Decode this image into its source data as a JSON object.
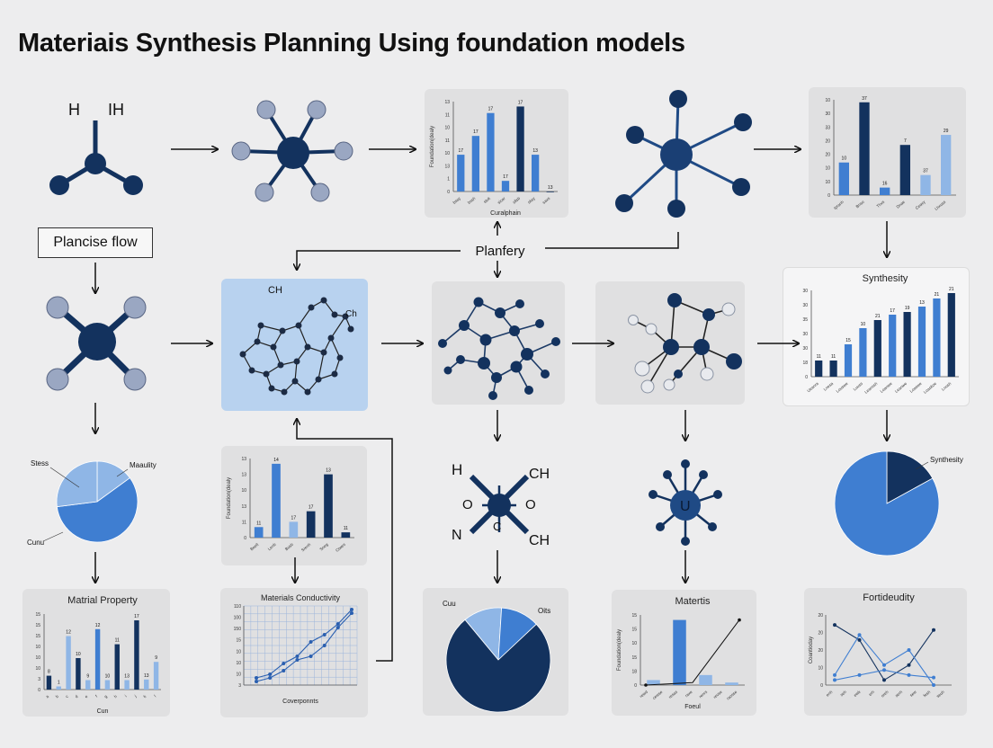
{
  "title": "Materiais Synthesis Planning Using foundation models",
  "flow_label": "Plancise flow",
  "center_label": "Planfery",
  "colors": {
    "navy": "#13325e",
    "mid": "#3f7ed1",
    "light": "#8fb6e6",
    "grey_atom": "#9aa7c2",
    "background": "#ededee"
  },
  "molecules": {
    "water_left_label": "H",
    "water_right_label": "IH",
    "blue_box_label_ch": "CH",
    "blue_box_label_right": "Ch",
    "formula_h": "H",
    "formula_o1": "O",
    "formula_ch1": "CH",
    "formula_o2": "O",
    "formula_c": "C",
    "formula_n": "N",
    "formula_ch2": "CH",
    "urea_center": "U"
  },
  "chart_data": [
    {
      "id": "bar_top_mid",
      "type": "bar",
      "ylabel": "Foundation(dealy",
      "xlabel": "Curalphain",
      "yticks": [
        "13",
        "11",
        "10",
        "11",
        "10",
        "13",
        "1",
        "0"
      ],
      "data_labels": [
        "17",
        "17",
        "17",
        "17",
        "17",
        "13",
        "13"
      ],
      "values": [
        4.5,
        6.8,
        9.6,
        1.3,
        10.4,
        4.5,
        0
      ],
      "colors": [
        "mid",
        "mid",
        "mid",
        "mid",
        "navy",
        "mid",
        "navy"
      ],
      "categories": [
        "bsay",
        "bssh",
        "stuk",
        "sicar",
        "sllsb",
        "sksy",
        "saxs"
      ]
    },
    {
      "id": "bar_top_right",
      "type": "bar",
      "yticks": [
        "10",
        "30",
        "33",
        "20",
        "20",
        "10",
        "10",
        "0"
      ],
      "data_labels": [
        "10",
        "37",
        "16",
        "7",
        "37",
        "29"
      ],
      "values": [
        13,
        37,
        3,
        20,
        8,
        24
      ],
      "colors": [
        "mid",
        "navy",
        "mid",
        "navy",
        "light",
        "light"
      ],
      "categories": [
        "Ipranh",
        "Bnso",
        "Thvs",
        "Dnae",
        "Ceavy",
        "Lhxuss"
      ]
    },
    {
      "id": "bar_synthesity",
      "type": "bar",
      "title": "Synthesity",
      "yticks": [
        "30",
        "30",
        "35",
        "30",
        "30",
        "18",
        "0"
      ],
      "data_labels": [
        "11",
        "11",
        "15",
        "10",
        "21",
        "17",
        "19",
        "13",
        "21",
        "21"
      ],
      "values": [
        3,
        3,
        6,
        9,
        10.5,
        11.5,
        12,
        13,
        14.5,
        15.5
      ],
      "colors": [
        "navy",
        "navy",
        "mid",
        "mid",
        "navy",
        "mid",
        "navy",
        "mid",
        "mid",
        "navy"
      ],
      "categories": [
        "Ueanra",
        "Lnesa",
        "Louswe",
        "Luuss",
        "Leanssh",
        "Loanwe",
        "Leanwe",
        "Loaswe",
        "Loaskoe",
        "Lnosh"
      ]
    },
    {
      "id": "pie_left",
      "type": "pie",
      "labels": [
        "Stess",
        "Maaulity",
        "Cunu"
      ],
      "values": [
        15,
        58,
        27
      ],
      "colors": [
        "light",
        "mid",
        "light"
      ]
    },
    {
      "id": "bar_mid_left",
      "type": "bar",
      "ylabel": "Foundation(dealy",
      "yticks": [
        "13",
        "13",
        "10",
        "13",
        "11",
        "0"
      ],
      "data_labels": [
        "11",
        "14",
        "17",
        "17",
        "13",
        "11"
      ],
      "values": [
        2,
        14,
        3,
        5,
        12,
        1
      ],
      "colors": [
        "mid",
        "mid",
        "light",
        "navy",
        "navy",
        "navy"
      ],
      "categories": [
        "Beelt",
        "Lenb",
        "Busb",
        "Srenh",
        "Sneg",
        "Ctwes"
      ]
    },
    {
      "id": "pie_right",
      "type": "pie",
      "labels": [
        "Synthesity"
      ],
      "values": [
        17,
        83
      ],
      "colors": [
        "navy",
        "mid"
      ]
    },
    {
      "id": "bar_material_property",
      "type": "bar",
      "title": "Matrial Property",
      "xlabel": "Cun",
      "yticks": [
        "15",
        "15",
        "15",
        "10",
        "10",
        "10",
        "3",
        "0"
      ],
      "data_labels": [
        "8",
        "1",
        "12",
        "10",
        "9",
        "12",
        "10",
        "11",
        "13",
        "17",
        "13",
        "9"
      ],
      "values": [
        2.2,
        0.5,
        8.5,
        5,
        1.5,
        9.6,
        1.5,
        7.2,
        1.5,
        11,
        1.6,
        4.4
      ],
      "colors": [
        "navy",
        "light",
        "light",
        "navy",
        "light",
        "mid",
        "light",
        "navy",
        "light",
        "navy",
        "light",
        "light"
      ],
      "categories": [
        "a",
        "b",
        "c",
        "d",
        "e",
        "f",
        "g",
        "h",
        "i",
        "j",
        "k",
        "l"
      ]
    },
    {
      "id": "line_materials_conductivity",
      "type": "line",
      "title": "Materials Conductivity",
      "xlabel": "Coverponnts",
      "yticks": [
        "110",
        "100",
        "150",
        "15",
        "10",
        "10",
        "10",
        "3"
      ],
      "series": [
        {
          "values": [
            2,
            3,
            6,
            8,
            12,
            14,
            17,
            21
          ]
        },
        {
          "values": [
            1,
            2,
            4,
            7,
            8,
            11,
            16,
            20
          ]
        }
      ]
    },
    {
      "id": "pie_bottom_mid",
      "type": "pie",
      "labels": [
        "Cuu",
        "Oits"
      ],
      "values": [
        12,
        12,
        76
      ],
      "colors": [
        "light",
        "mid",
        "navy"
      ]
    },
    {
      "id": "bar_materials",
      "type": "bar",
      "title": "Matertis",
      "ylabel": "Foundation(dealy",
      "xlabel": "Foeul",
      "yticks": [
        "15",
        "15",
        "10",
        "15",
        "18",
        "0"
      ],
      "values": [
        1,
        13,
        2,
        0.5
      ],
      "overlay_line": [
        0,
        0.5,
        13
      ],
      "colors": [
        "light",
        "mid",
        "light",
        "light"
      ],
      "categories": [
        "rewd",
        "cewse",
        "resas",
        "raxe",
        "renrs",
        "revse",
        "raosse"
      ]
    },
    {
      "id": "line_fortideudity",
      "type": "line",
      "title": "Fortideudity",
      "ylabel": "Coantioday",
      "yticks": [
        "20",
        "20",
        "20",
        "10",
        "0"
      ],
      "series": [
        {
          "values": [
            12,
            9,
            1,
            4,
            11
          ]
        },
        {
          "values": [
            2,
            10,
            4,
            7,
            0
          ]
        },
        {
          "values": [
            1,
            2,
            3,
            2,
            1.5
          ]
        }
      ],
      "categories": [
        "enh",
        "seh",
        "ewk",
        "erh",
        "oreh",
        "serh",
        "sew",
        "fesh",
        "seuh"
      ]
    }
  ]
}
